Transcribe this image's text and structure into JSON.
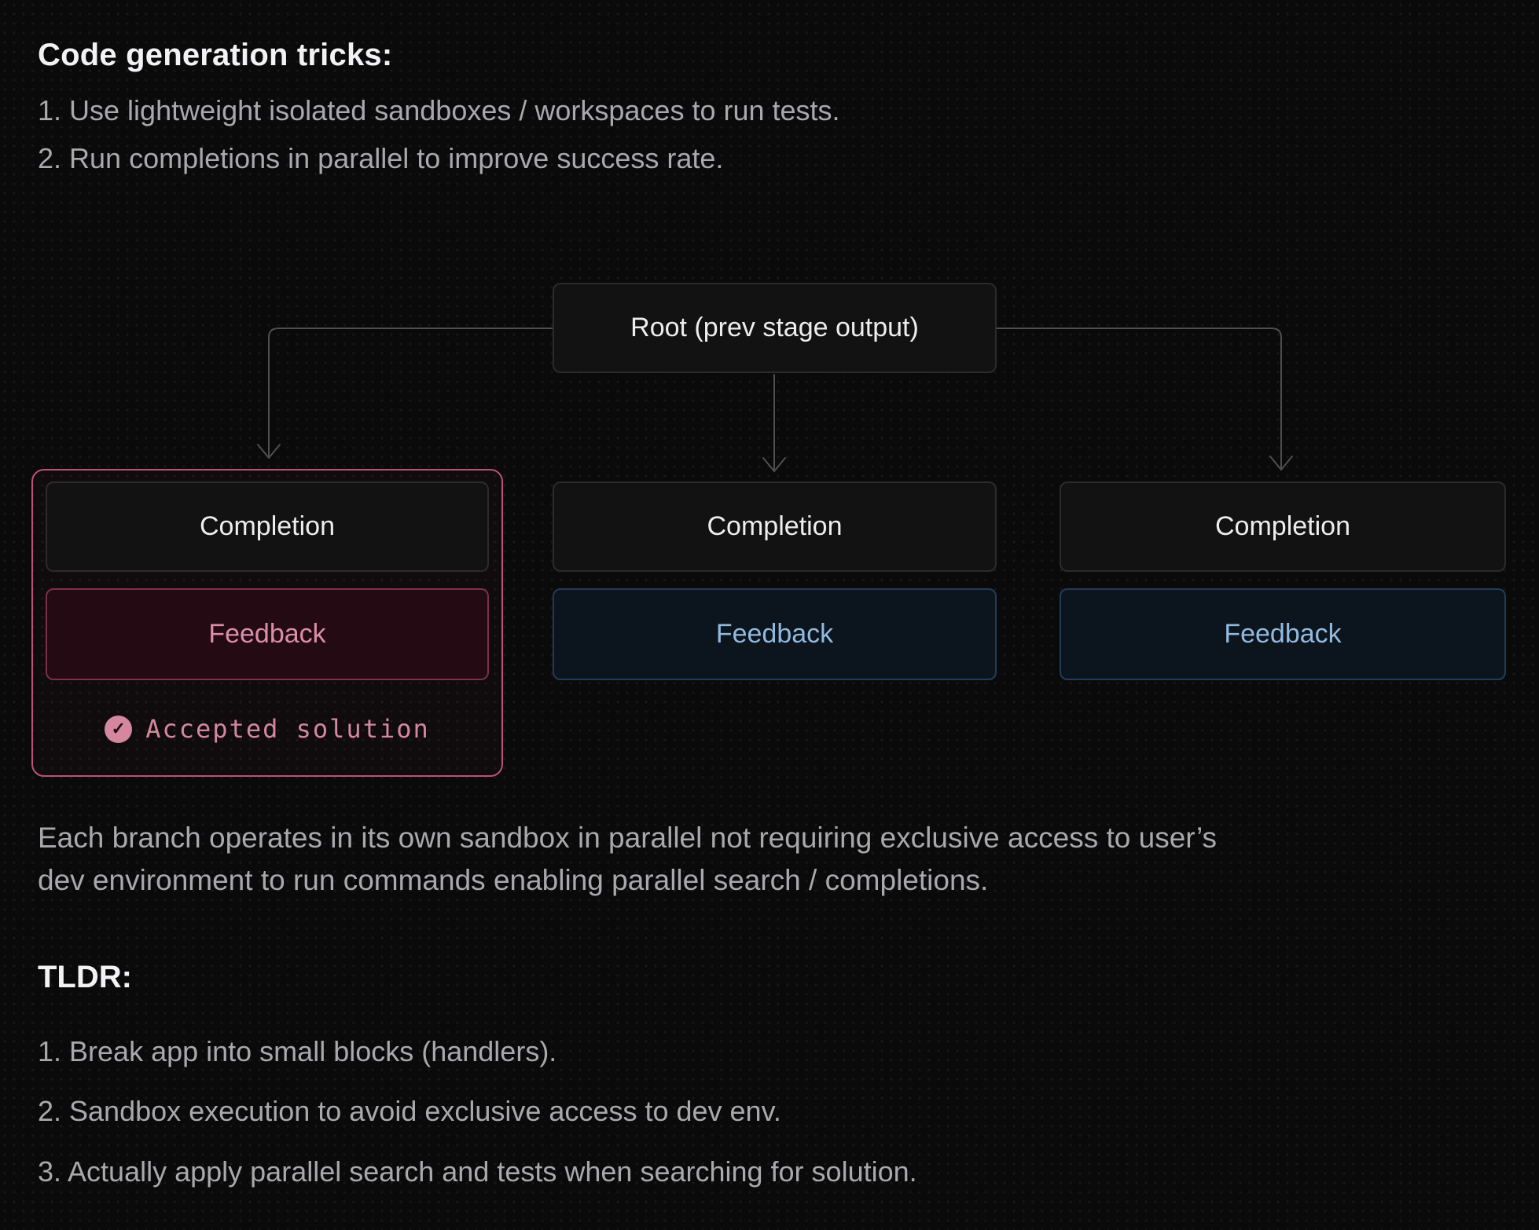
{
  "page": {
    "title": "Code generation tricks:",
    "tricks": [
      "1. Use lightweight isolated sandboxes / workspaces to run tests.",
      "2. Run completions in parallel to improve success rate."
    ]
  },
  "diagram": {
    "root_label": "Root (prev stage output)",
    "branches": [
      {
        "completion_label": "Completion",
        "feedback_label": "Feedback",
        "accepted_label": "Accepted solution",
        "highlighted": true
      },
      {
        "completion_label": "Completion",
        "feedback_label": "Feedback",
        "highlighted": false
      },
      {
        "completion_label": "Completion",
        "feedback_label": "Feedback",
        "highlighted": false
      }
    ],
    "icons": {
      "accepted_check": "✓"
    },
    "colors": {
      "highlight_pink_border": "#bd5176",
      "pink_feedback_text": "#db8ea9",
      "blue_feedback_text": "#92bade",
      "connector_line": "#4f4f4f",
      "node_background": "#121212"
    }
  },
  "paragraph": "Each branch operates in its own sandbox in parallel not requiring exclusive access to user’s dev environment to run commands enabling parallel search / completions.",
  "tldr": {
    "heading": "TLDR:",
    "items": [
      "1. Break app into small blocks (handlers).",
      "2. Sandbox execution to avoid exclusive access to dev env.",
      "3. Actually apply parallel search and tests when searching for solution."
    ]
  }
}
